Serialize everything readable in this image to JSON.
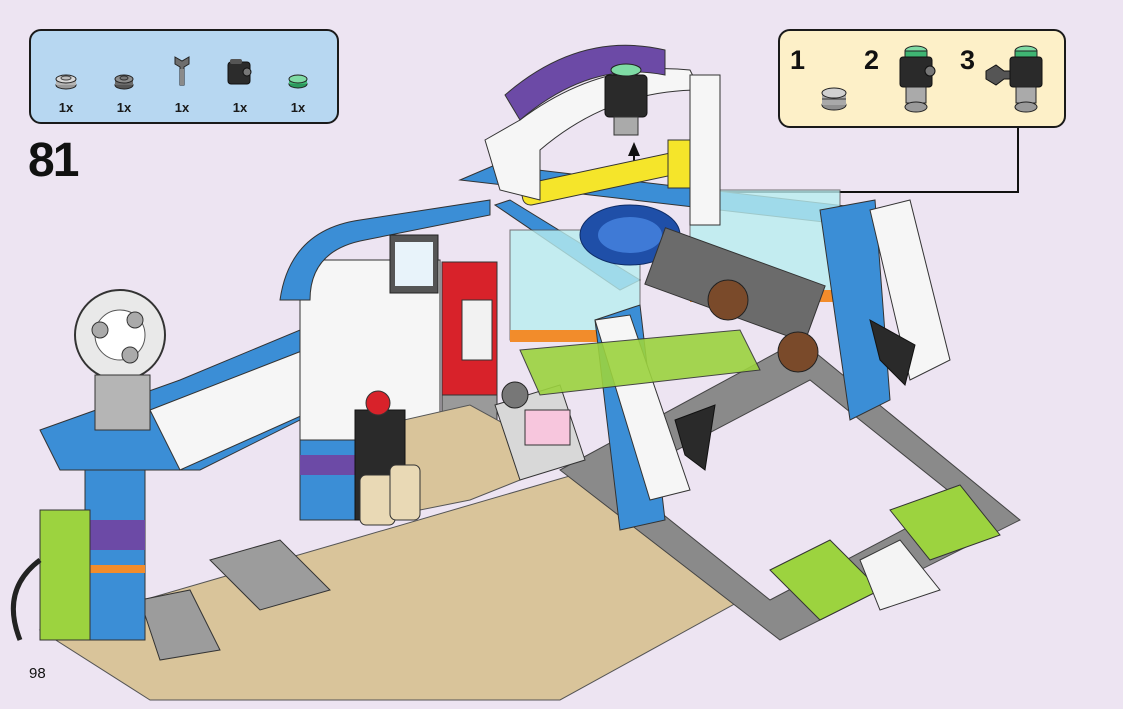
{
  "parts_list": {
    "items": [
      {
        "icon": "round-plate-grey-icon",
        "qty": "1x"
      },
      {
        "icon": "round-plate-dark-grey-icon",
        "qty": "1x"
      },
      {
        "icon": "wrench-handle-icon",
        "qty": "1x"
      },
      {
        "icon": "black-bracket-icon",
        "qty": "1x"
      },
      {
        "icon": "round-tile-green-icon",
        "qty": "1x"
      }
    ]
  },
  "step": {
    "number": "81"
  },
  "callout": {
    "steps": [
      {
        "label": "1",
        "icon": "round-plate-grey-icon"
      },
      {
        "label": "2",
        "icon": "bracket-with-green-tile-icon"
      },
      {
        "label": "3",
        "icon": "bracket-with-handle-icon"
      }
    ]
  },
  "page": {
    "number": "98"
  },
  "colors": {
    "background": "#ede4f2",
    "parts_box": "#b7d7f1",
    "callout_box": "#fdf0c8",
    "azure": "#3b8ed6",
    "lime": "#9cd33f",
    "purple": "#6c4aa6",
    "yellow": "#f5e52a"
  }
}
